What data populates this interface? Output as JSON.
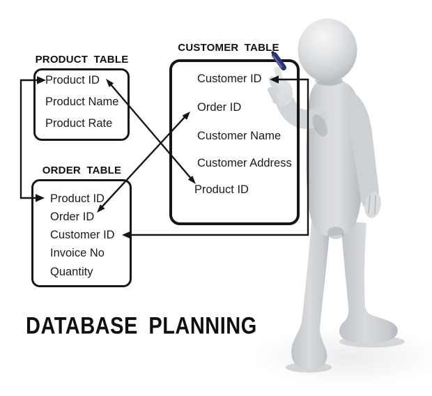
{
  "page": {
    "title": "DATABASE PLANNING",
    "background_color": "#ffffff",
    "line_color": "#161616",
    "text_color": "#1b1b1b"
  },
  "tables": {
    "product": {
      "title": "PRODUCT TABLE",
      "fields": [
        "Product ID",
        "Product Name",
        "Product Rate"
      ]
    },
    "order": {
      "title": "ORDER TABLE",
      "fields": [
        "Product ID",
        "Order ID",
        "Customer ID",
        "Invoice No",
        "Quantity"
      ]
    },
    "customer": {
      "title": "CUSTOMER TABLE",
      "fields": [
        "Customer ID",
        "Order ID",
        "Customer Name",
        "Customer Address",
        "Product ID"
      ]
    }
  },
  "relationships": [
    {
      "from": "PRODUCT TABLE / Product ID",
      "to": "ORDER TABLE / Product ID",
      "shape": "left-bracket",
      "arrowheads": "into both fields"
    },
    {
      "from": "CUSTOMER TABLE / Customer ID",
      "to": "ORDER TABLE / Customer ID",
      "shape": "right-bracket",
      "arrowheads": "into both fields"
    },
    {
      "from": "PRODUCT TABLE / Product ID",
      "to": "CUSTOMER TABLE / Product ID",
      "shape": "diagonal",
      "arrowheads": "both ends"
    },
    {
      "from": "ORDER TABLE / Order ID",
      "to": "CUSTOMER TABLE / Order ID",
      "shape": "diagonal",
      "arrowheads": "both ends"
    }
  ],
  "figure": {
    "name": "3d-person-writing-on-glass",
    "body_color": "#d4d7da",
    "pen_color": "#2a3272"
  }
}
